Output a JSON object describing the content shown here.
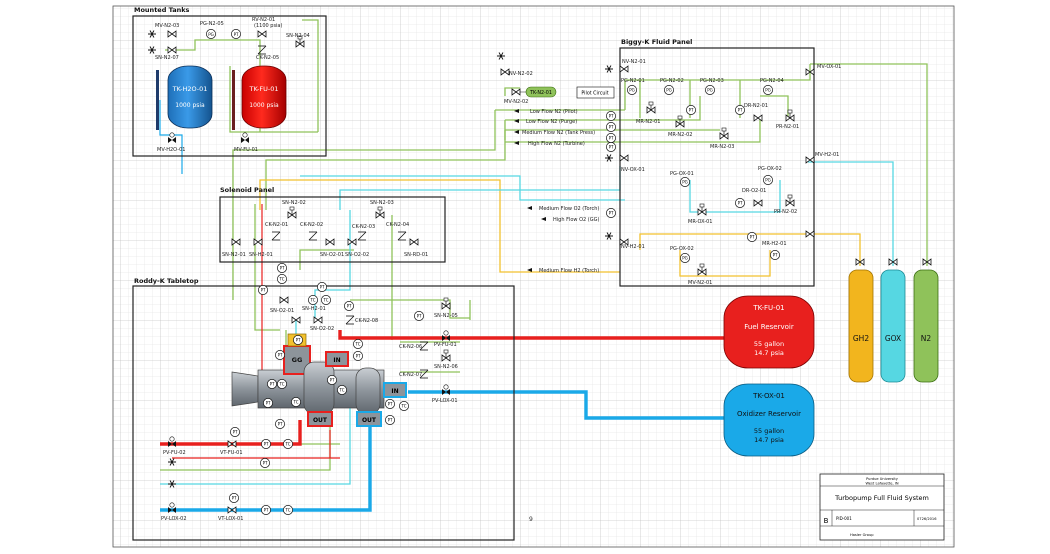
{
  "panels": {
    "mounted": "Mounted Tanks",
    "biggy": "Biggy-K Fluid Panel",
    "solenoid": "Solenoid Panel",
    "roddy": "Roddy-K Tabletop"
  },
  "tanks_small": {
    "h2o_name": "TK-H2O-01",
    "h2o_pressure": "1000 psia",
    "fu_name": "TK-FU-01",
    "fu_pressure": "1000 psia"
  },
  "tanks_large": {
    "fu_name": "TK-FU-01",
    "fu_title": "Fuel Reservoir",
    "fu_vol": "55 gallon",
    "fu_pres": "14.7 psia",
    "ox_name": "TK-OX-01",
    "ox_title": "Oxidizer Reservoir",
    "ox_vol": "55 gallon",
    "ox_pres": "14.7 psia"
  },
  "bottles": [
    "GH2",
    "GOX",
    "N2"
  ],
  "pilot_tank": "TK-N2-01",
  "pilot_circuit": "Pilot Circuit",
  "flow_lines": [
    "Low Flow N2 (Pilot)",
    "Low Flow N2 (Purge)",
    "Medium Flow N2 (Tank Press)",
    "High Flow N2 (Turbine)",
    "Medium Flow O2 (Torch)",
    "High Flow O2 (GG)",
    "Medium Flow H2 (Torch)"
  ],
  "engine": {
    "ti": "TI",
    "gg": "GG",
    "in1": "IN",
    "in2": "IN",
    "out1": "OUT",
    "out2": "OUT"
  },
  "instruments": {
    "pt": "PT",
    "tc": "TC",
    "pg": "PG"
  },
  "components": {
    "mount": [
      "MV-N2-03",
      "PG-N2-05",
      "RV-N2-01",
      "(1100 psia)",
      "SN-N2-07",
      "CK-N2-05",
      "SN-N2-04",
      "MV-H2O-01",
      "MV-FU-01"
    ],
    "pilot": [
      "NV-N2-02",
      "MV-N2-02"
    ],
    "biggy": [
      "NV-N2-01",
      "PG-N2-01",
      "PG-N2-02",
      "PG-N2-03",
      "PG-N2-04",
      "MR-N2-01",
      "MR-N2-02",
      "MR-N2-03",
      "DR-N2-01",
      "PR-N2-01",
      "NV-OX-01",
      "PG-OX-01",
      "PG-OX-02",
      "MR-OX-01",
      "DR-O2-01",
      "PR-N2-02",
      "NV-H2-01",
      "PG-OX-02",
      "MR-H2-01",
      "MV-N2-01",
      "MV-OX-01",
      "MV-H2-01"
    ],
    "solenoid": [
      "SN-N2-02",
      "SN-N2-03",
      "CK-N2-01",
      "CK-N2-02",
      "CK-N2-03",
      "CK-N2-04",
      "SN-N2-01",
      "SN-H2-01",
      "SN-O2-01",
      "SN-O2-02",
      "SN-RD-01"
    ],
    "roddy": [
      "SN-O2-01",
      "SN-H2-01",
      "SN-O2-02",
      "CK-N2-08",
      "SN-N2-05",
      "PV-FU-01",
      "CK-N2-06",
      "CK-N2-07",
      "SN-N2-06",
      "PV-LOX-01",
      "PV-FU-02",
      "VT-FU-01",
      "PV-LOX-02",
      "VT-LOX-01"
    ]
  },
  "title_block": {
    "org1": "Purdue University",
    "org2": "West Lafayette, IN",
    "title": "Turbopump Full Fluid System",
    "size": "B",
    "dwg": "PID-001",
    "rev": "0726/2016",
    "drawn": "Hasler Group"
  },
  "page_number": "9",
  "colors": {
    "fuel": "#e8201e",
    "oxidizer": "#1aa9e8",
    "nitrogen": "#8fc25a",
    "hydrogen": "#f2c12e",
    "oxygen_gas": "#56d7e2",
    "engine": "#9aa0a6",
    "ink": "#1a1a1a"
  }
}
